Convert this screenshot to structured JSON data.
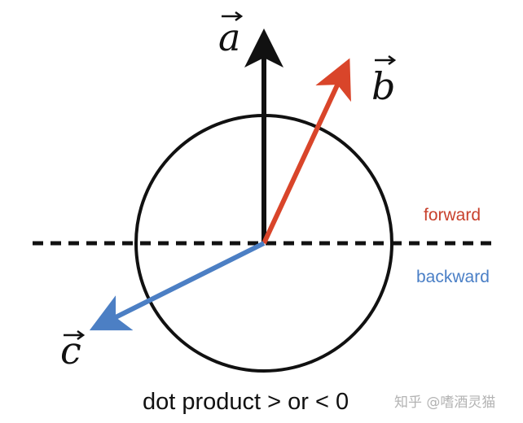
{
  "labels": {
    "vector_a": "a",
    "vector_b": "b",
    "vector_c": "c",
    "forward": "forward",
    "backward": "backward",
    "caption": "dot product > or < 0",
    "watermark": "知乎 @嗜酒灵猫"
  },
  "colors": {
    "vector_a": "#111111",
    "vector_b": "#d9452a",
    "vector_c": "#4c7fc4",
    "forward_text": "#c8412c",
    "backward_text": "#4a7fc6",
    "circle": "#111111",
    "divider": "#111111"
  }
}
